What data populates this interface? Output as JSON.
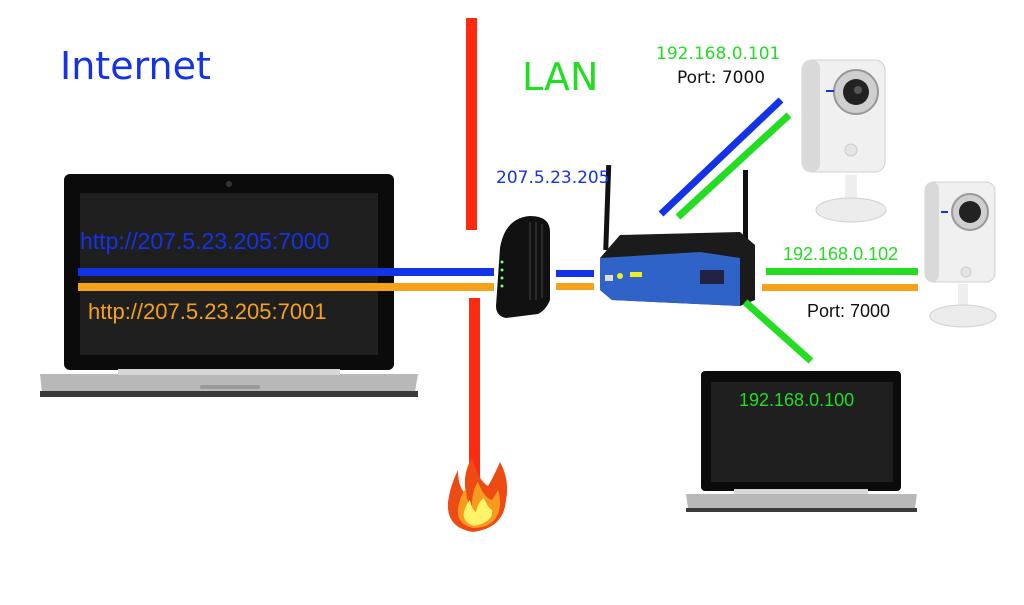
{
  "zones": {
    "internet": "Internet",
    "lan": "LAN"
  },
  "colors": {
    "internet_blue": "#1433e6",
    "lan_green": "#22dd22",
    "port_orange": "#f5a21a",
    "firewall_red": "#ff2a10",
    "text_black": "#111111"
  },
  "remote_laptop": {
    "url_port_7000": "http://207.5.23.205:7000",
    "url_port_7001": "http://207.5.23.205:7001"
  },
  "modem": {
    "public_ip": "207.5.23.205"
  },
  "camera_1": {
    "ip": "192.168.0.101",
    "port": "Port: 7000"
  },
  "camera_2": {
    "ip": "192.168.0.102",
    "port": "Port: 7000"
  },
  "local_laptop": {
    "ip": "192.168.0.100"
  },
  "icons": {
    "firewall": "fire-icon",
    "router": "wifi-router-icon",
    "modem": "cable-modem-icon",
    "camera": "ip-camera-icon",
    "laptop": "laptop-icon"
  }
}
